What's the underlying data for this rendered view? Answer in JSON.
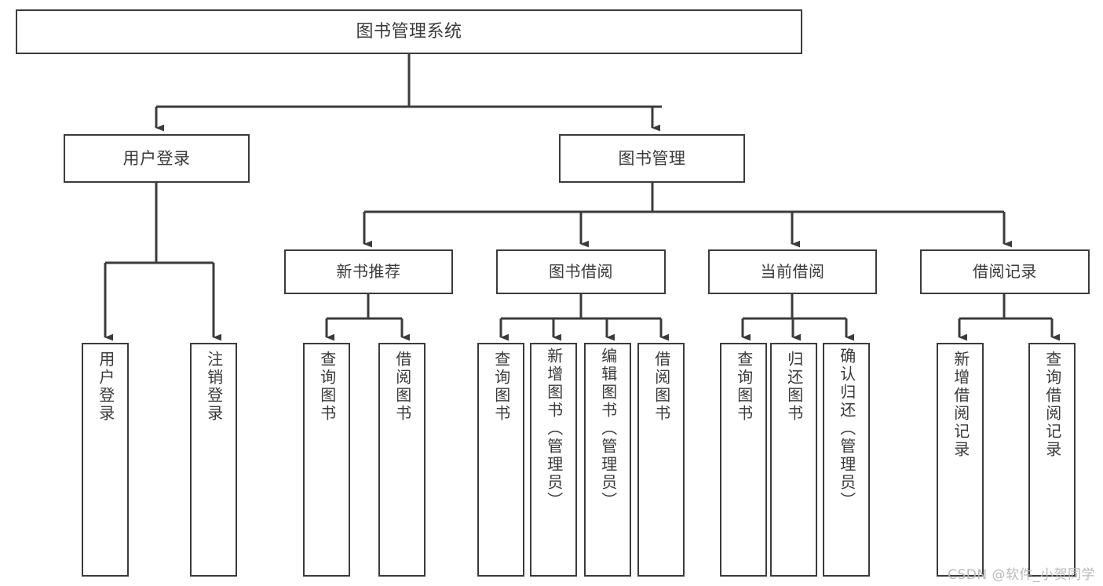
{
  "diagram": {
    "title": "图书管理系统",
    "type": "tree-hierarchy-chart",
    "root": {
      "label": "图书管理系统"
    },
    "level2": [
      {
        "id": "user-login",
        "label": "用户登录"
      },
      {
        "id": "book-admin",
        "label": "图书管理"
      }
    ],
    "level3": [
      {
        "id": "new-book-rec",
        "label": "新书推荐",
        "parent": "book-admin"
      },
      {
        "id": "book-borrow",
        "label": "图书借阅",
        "parent": "book-admin"
      },
      {
        "id": "current-borrow",
        "label": "当前借阅",
        "parent": "book-admin"
      },
      {
        "id": "borrow-record",
        "label": "借阅记录",
        "parent": "book-admin"
      }
    ],
    "leaves": [
      {
        "id": "leaf-user-login",
        "label": "用户登录",
        "parent": "user-login"
      },
      {
        "id": "leaf-logout-login",
        "label": "注销登录",
        "parent": "user-login"
      },
      {
        "id": "leaf-query-book-1",
        "label": "查询图书",
        "parent": "new-book-rec"
      },
      {
        "id": "leaf-borrow-book-1",
        "label": "借阅图书",
        "parent": "new-book-rec"
      },
      {
        "id": "leaf-query-book-2",
        "label": "查询图书",
        "parent": "book-borrow"
      },
      {
        "id": "leaf-add-book",
        "label": "新增图书（管理员）",
        "parent": "book-borrow"
      },
      {
        "id": "leaf-edit-book",
        "label": "编辑图书（管理员）",
        "parent": "book-borrow"
      },
      {
        "id": "leaf-borrow-book-2",
        "label": "借阅图书",
        "parent": "book-borrow"
      },
      {
        "id": "leaf-query-book-3",
        "label": "查询图书",
        "parent": "current-borrow"
      },
      {
        "id": "leaf-return-book",
        "label": "归还图书",
        "parent": "current-borrow"
      },
      {
        "id": "leaf-confirm-return",
        "label": "确认归还（管理员）",
        "parent": "current-borrow"
      },
      {
        "id": "leaf-add-record",
        "label": "新增借阅记录",
        "parent": "borrow-record"
      },
      {
        "id": "leaf-query-record",
        "label": "查询借阅记录",
        "parent": "borrow-record"
      }
    ],
    "watermark": "CSDN @软件_小贺同学",
    "colors": {
      "stroke": "#3b3b3b",
      "text": "#3a3a3a",
      "background": "#ffffff",
      "watermark": "#b9b9b9"
    }
  }
}
